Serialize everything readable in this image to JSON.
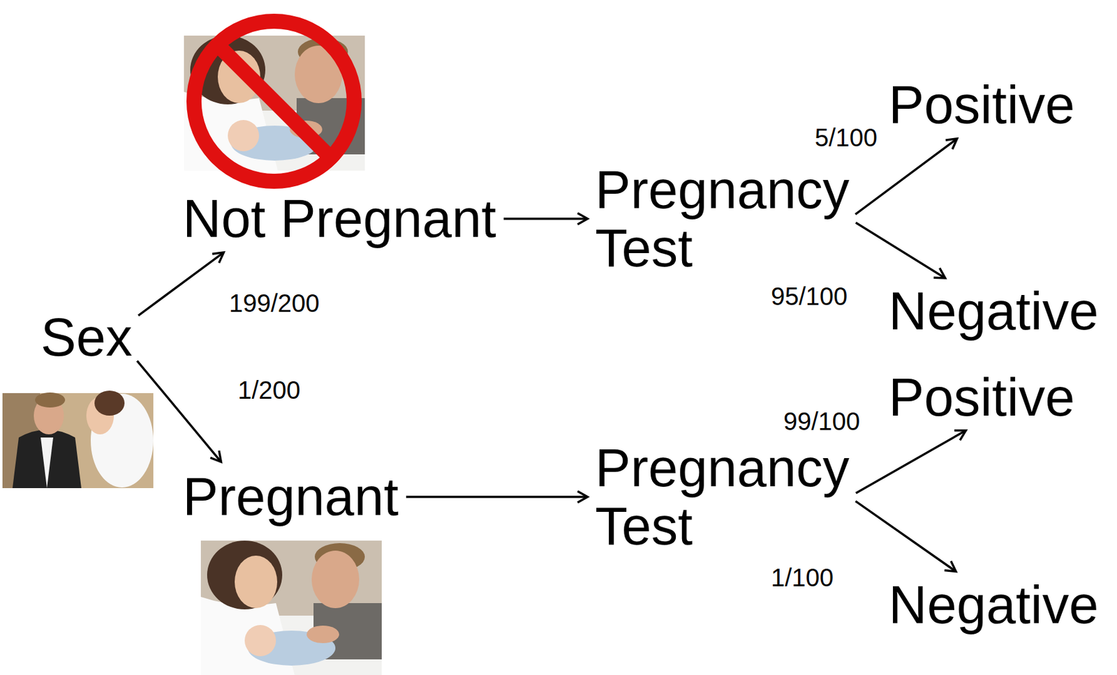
{
  "diagram": {
    "nodes": [
      {
        "text": [
          "Sex"
        ]
      },
      {
        "text": [
          "Not Pregnant"
        ]
      },
      {
        "text": [
          "Pregnancy Test"
        ]
      },
      {
        "text": [
          "Positive"
        ]
      },
      {
        "text": [
          "Negative"
        ]
      },
      {
        "text": [
          "Pregnant"
        ]
      },
      {
        "text": [
          "Pregnancy Test"
        ]
      },
      {
        "text": [
          "Positive"
        ]
      },
      {
        "text": [
          "Negative"
        ]
      }
    ],
    "edges": [
      {
        "from": 0,
        "to": 1,
        "label": "199/200",
        "arrow": "to"
      },
      {
        "from": 0,
        "to": 5,
        "label": "1/200",
        "arrow": "to"
      },
      {
        "from": 1,
        "to": 2,
        "arrow": "to"
      },
      {
        "from": 2,
        "to": 3,
        "label": "5/100",
        "arrow": "to"
      },
      {
        "from": 2,
        "to": 4,
        "label": "95/100",
        "arrow": "to"
      },
      {
        "from": 5,
        "to": 6,
        "arrow": "to"
      },
      {
        "from": 6,
        "to": 7,
        "label": "99/100",
        "arrow": "to"
      },
      {
        "from": 6,
        "to": 8,
        "label": "1/100",
        "arrow": "to"
      }
    ]
  }
}
